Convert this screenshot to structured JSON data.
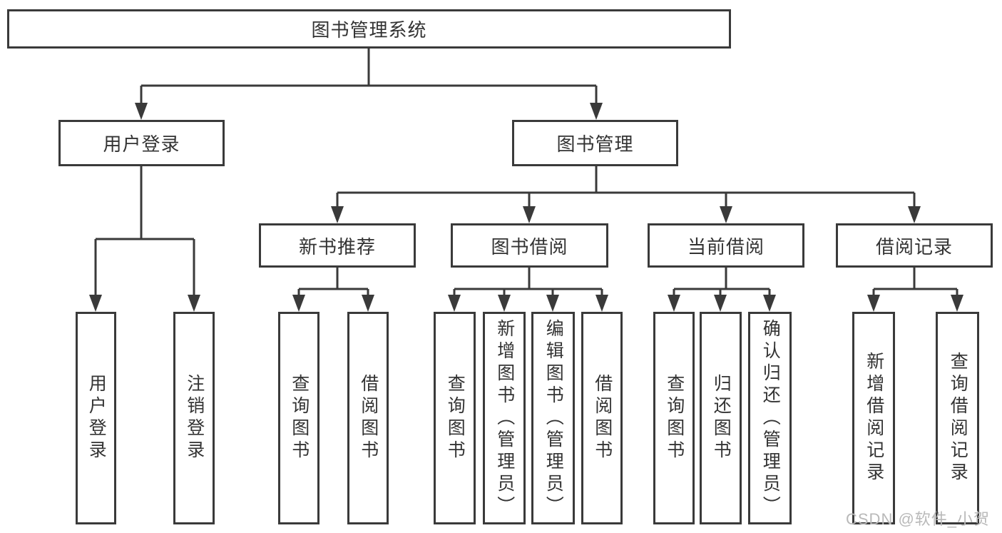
{
  "diagram": {
    "type": "hierarchy-tree",
    "colors": {
      "line": "#3a3a3a",
      "box_border": "#3a3a3a",
      "text": "#333333",
      "background": "#ffffff",
      "watermark_text": "#b9b9b9"
    },
    "tree": {
      "label": "图书管理系统",
      "children": [
        {
          "label": "用户登录",
          "children": [
            {
              "label": "用户登录"
            },
            {
              "label": "注销登录"
            }
          ]
        },
        {
          "label": "图书管理",
          "children": [
            {
              "label": "新书推荐",
              "children": [
                {
                  "label": "查询图书"
                },
                {
                  "label": "借阅图书"
                }
              ]
            },
            {
              "label": "图书借阅",
              "children": [
                {
                  "label": "查询图书"
                },
                {
                  "label": "新增图书（管理员）"
                },
                {
                  "label": "编辑图书（管理员）"
                },
                {
                  "label": "借阅图书"
                }
              ]
            },
            {
              "label": "当前借阅",
              "children": [
                {
                  "label": "查询图书"
                },
                {
                  "label": "归还图书"
                },
                {
                  "label": "确认归还（管理员）"
                }
              ]
            },
            {
              "label": "借阅记录",
              "children": [
                {
                  "label": "新增借阅记录"
                },
                {
                  "label": "查询借阅记录"
                }
              ]
            }
          ]
        }
      ]
    },
    "watermark": {
      "text": "CSDN @软件_小贺同学"
    }
  }
}
